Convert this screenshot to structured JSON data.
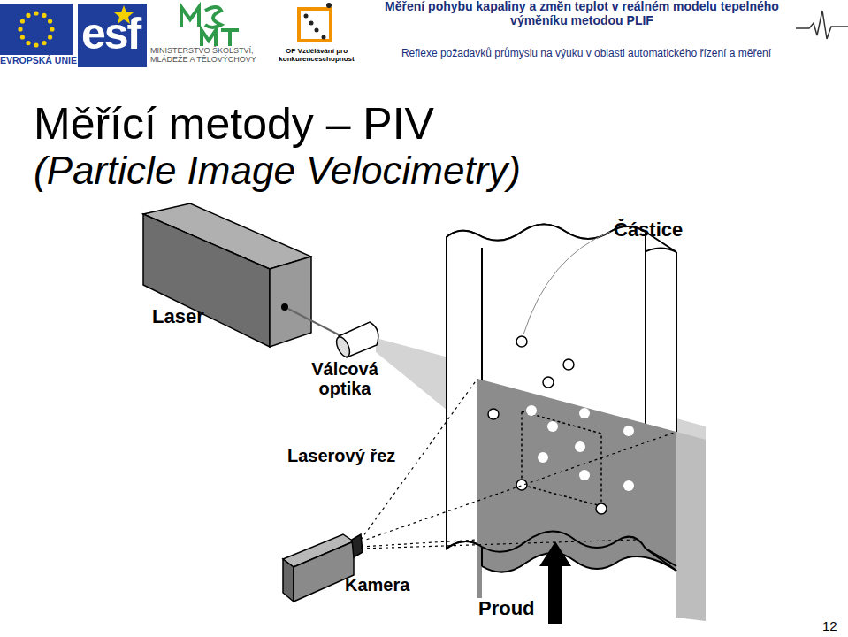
{
  "diagram": {
    "title": "Měřící metody – PIV",
    "labels": [
      "EVROPSKÁ UNIE",
      "esf",
      "MINISTERSTVO ŠKOLSTVÍ, MLÁDEŽE A TĚLOVÝCHOVY",
      "OP Vzdělávání pro konkurenceschopnost",
      "Měření pohybu kapaliny a změn teplot v reálném modelu tepelného výměníku metodou PLIF",
      "Reflexe požadavků průmyslu na výuku v oblasti automatického řízení a měření",
      "(Particle Image Velocimetry)",
      "Laser",
      "Válcová optika",
      "Laserový řez",
      "Částice",
      "Kamera",
      "Proud",
      "12"
    ]
  }
}
